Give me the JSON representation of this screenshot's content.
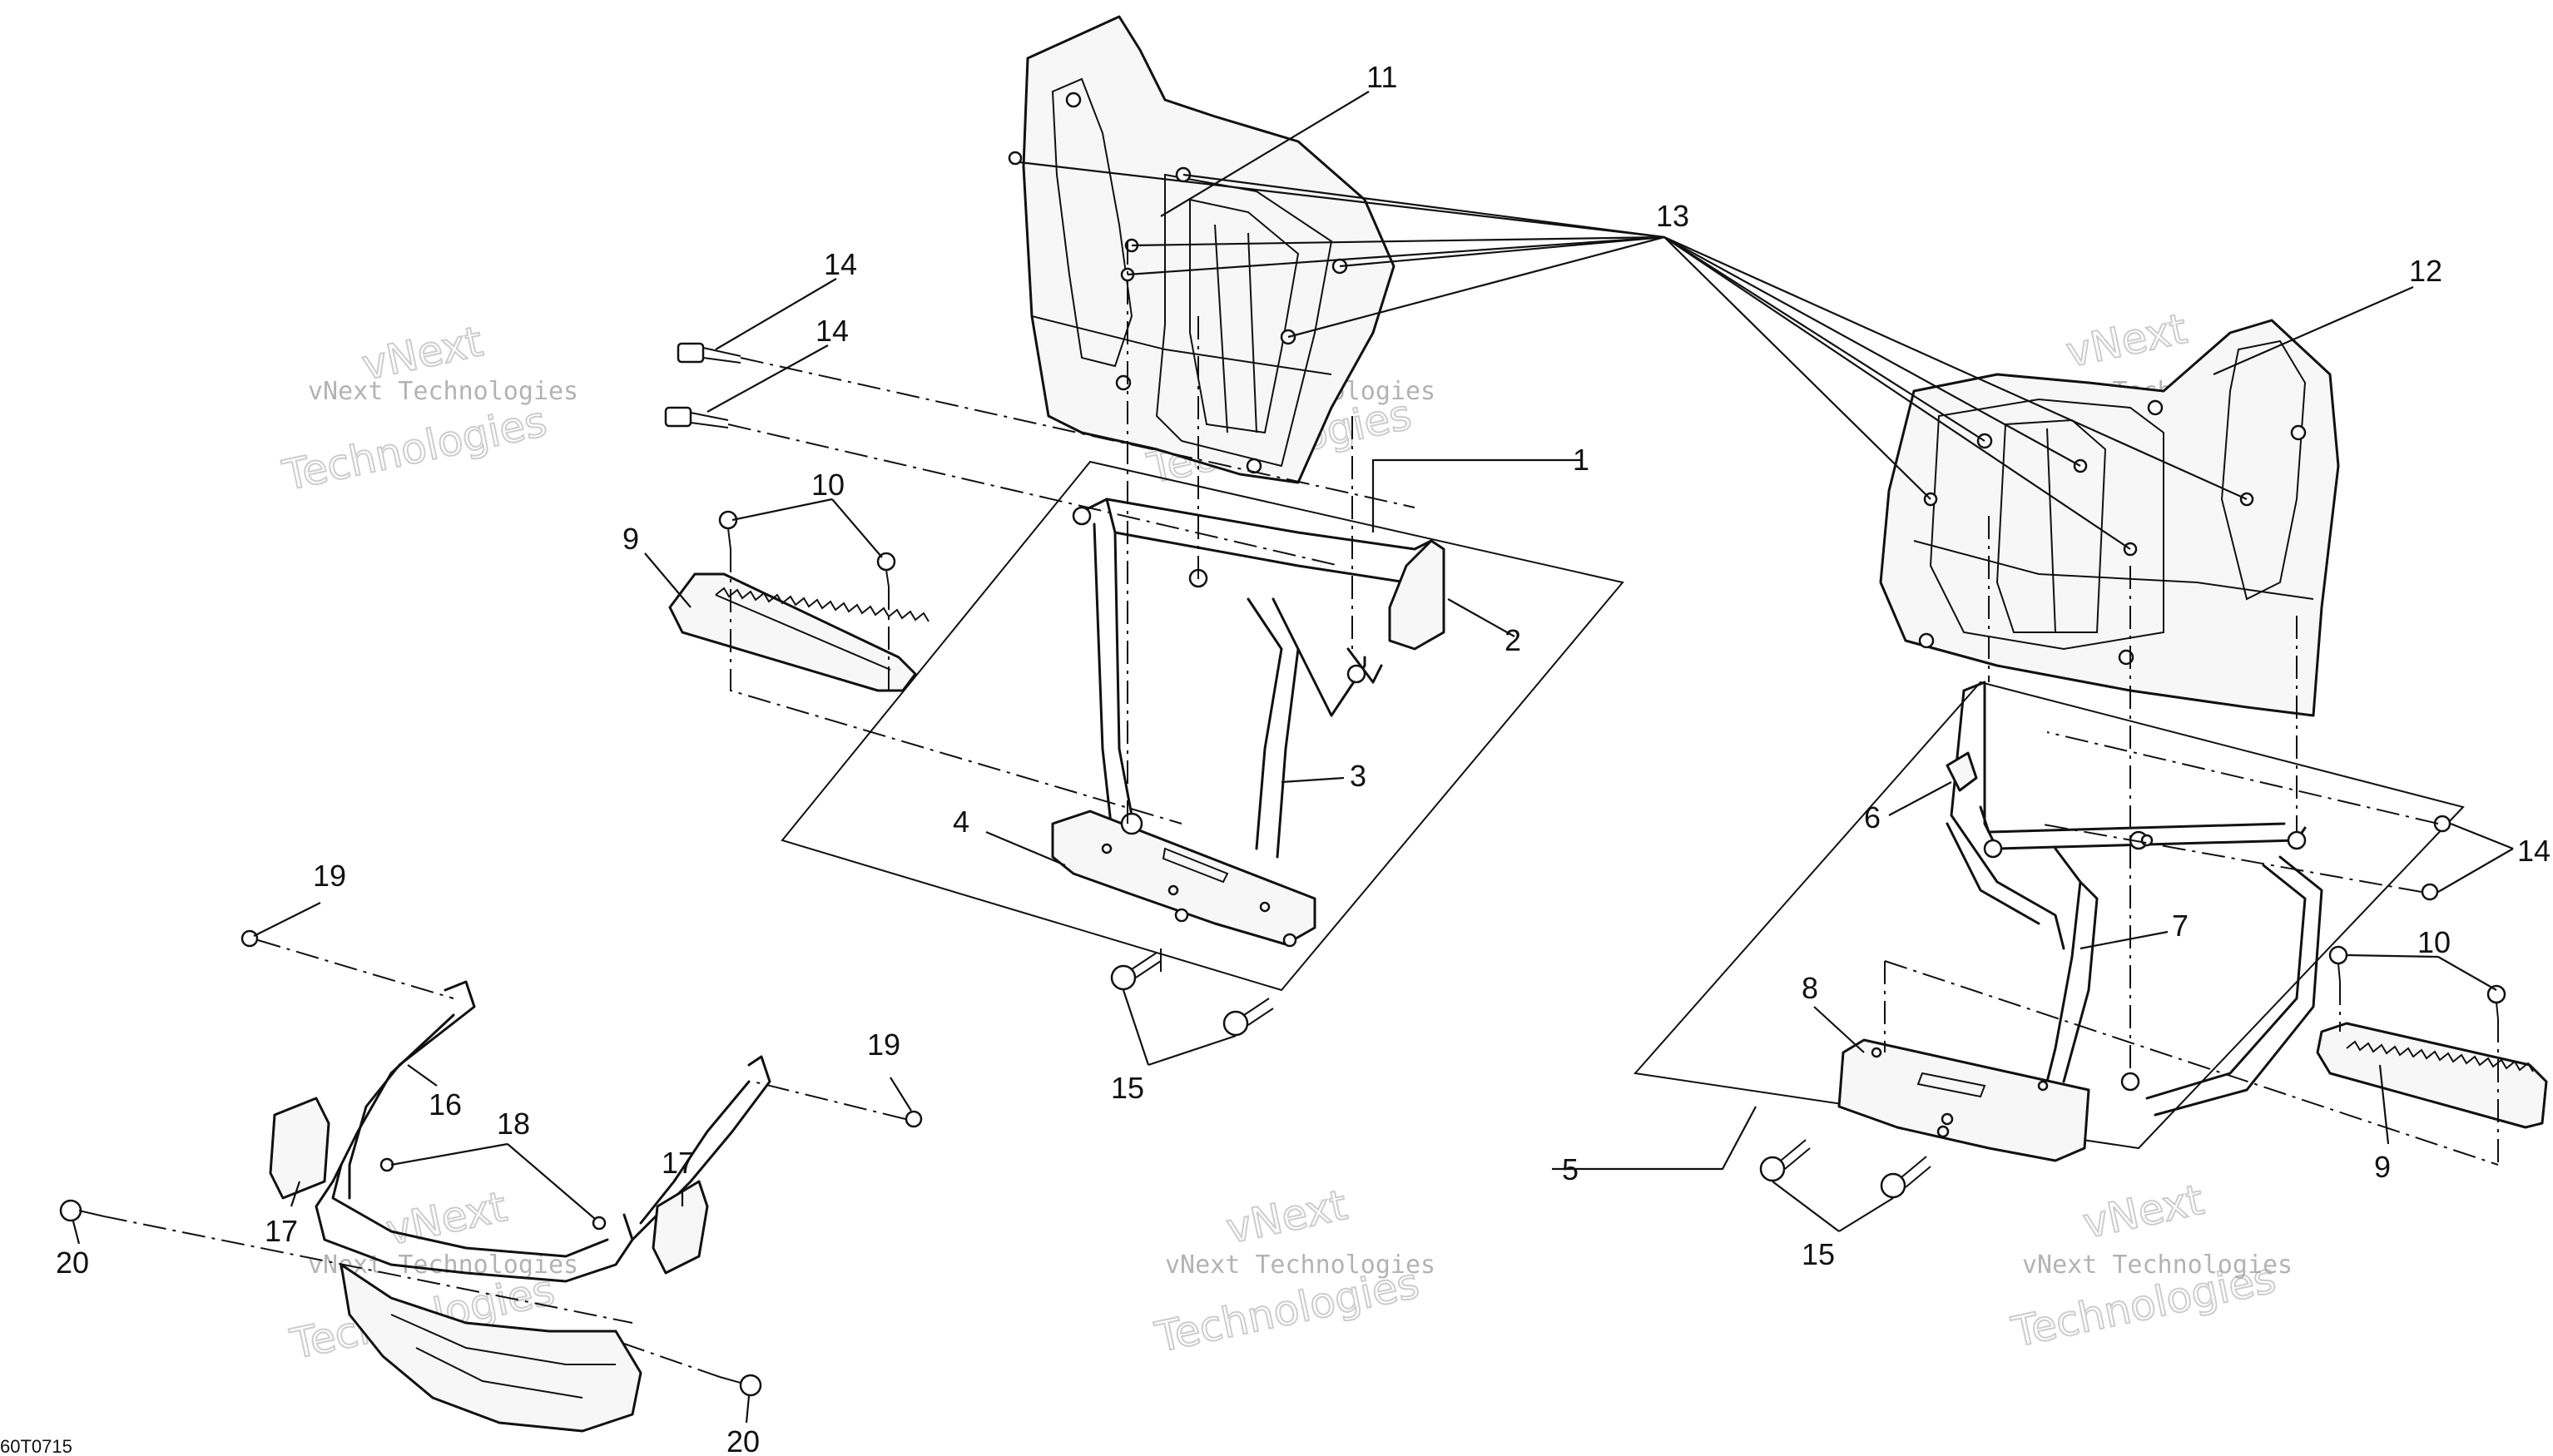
{
  "callouts": [
    "1",
    "2",
    "3",
    "4",
    "5",
    "6",
    "7",
    "8",
    "9",
    "9",
    "10",
    "10",
    "11",
    "12",
    "13",
    "14",
    "14",
    "14",
    "15",
    "15",
    "16",
    "17",
    "17",
    "18",
    "19",
    "19",
    "20",
    "20"
  ],
  "figure_code": "60T0715",
  "watermark": {
    "line1": "vNext Technologies",
    "brand_top": "vNext",
    "brand_bottom": "Technologies"
  }
}
